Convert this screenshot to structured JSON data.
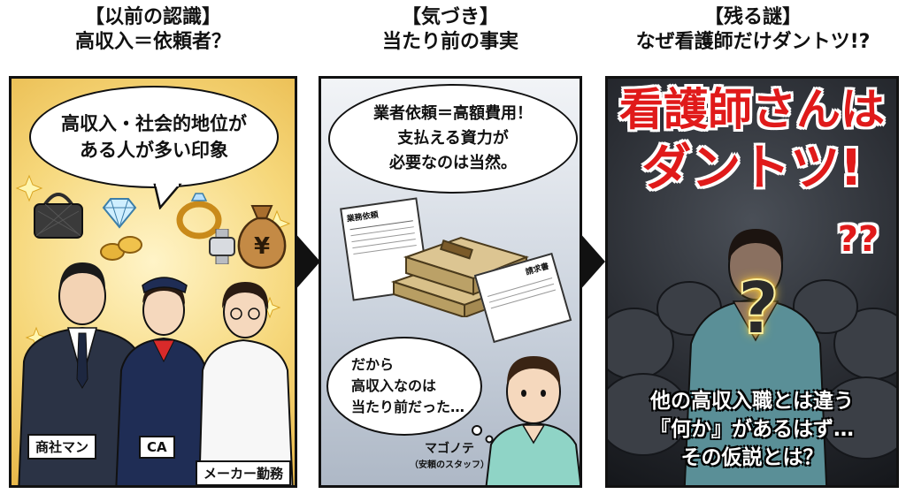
{
  "panel1": {
    "heading_line1": "【以前の認識】",
    "heading_line2": "高収入＝依頼者？",
    "bubble_line1": "高収入・社会的地位が",
    "bubble_line2": "ある人が多い印象",
    "label_trading": "商社マン",
    "label_ca": "CA",
    "label_maker": "メーカー勤務",
    "yen_symbol": "¥"
  },
  "panel2": {
    "heading_line1": "【気づき】",
    "heading_line2": "当たり前の事実",
    "bubble_line1": "業者依頼＝高額費用！",
    "bubble_line2": "支払える資力が",
    "bubble_line3": "必要なのは当然。",
    "form_label": "業務依頼",
    "invoice_label": "請求書",
    "speech_line1": "だから",
    "speech_line2": "高収入なのは",
    "speech_line3": "当たり前だった…",
    "name_label": "マゴノテ",
    "name_sub": "（安頼のスタッフ）"
  },
  "panel3": {
    "heading_line1": "【残る謎】",
    "heading_line2": "なぜ看護師だけダントツ!?",
    "big_line1": "看護師さんは",
    "big_line2": "ダントツ!",
    "question_marks": "??",
    "chest_question": "?",
    "caption_line1": "他の高収入職とは違う",
    "caption_line2": "『何か』があるはず…",
    "caption_line3": "その仮説とは？"
  },
  "colors": {
    "accent_red": "#e01a1a",
    "panel1_bg": "#f6d77a",
    "panel2_bg": "#c9d1dc",
    "panel3_bg": "#2a2d33"
  }
}
